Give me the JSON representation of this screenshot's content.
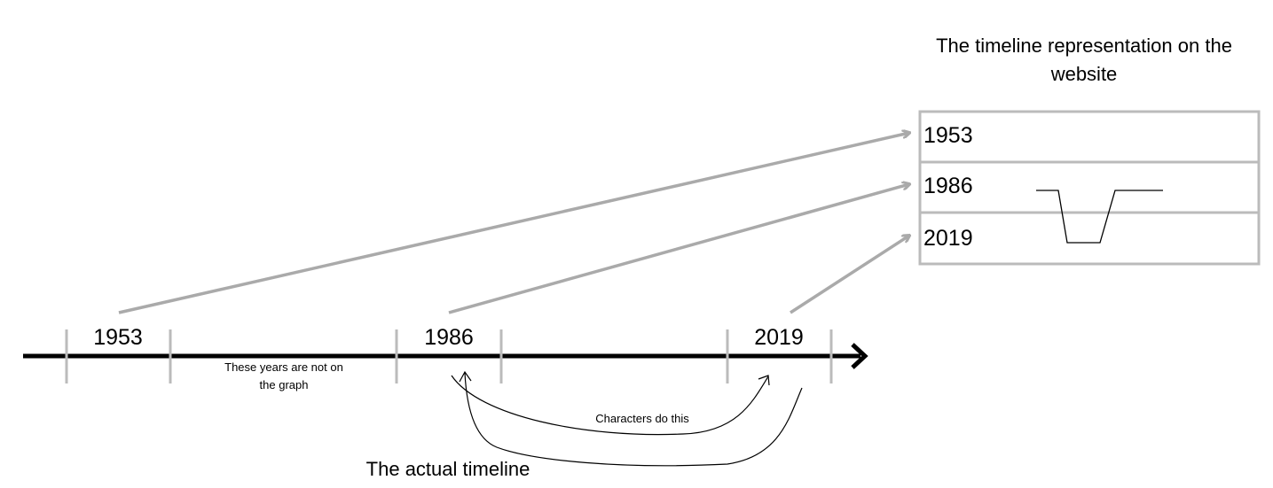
{
  "website_panel": {
    "title_line1": "The timeline representation on the",
    "title_line2": "website",
    "rows": [
      {
        "year": "1953"
      },
      {
        "year": "1986"
      },
      {
        "year": "2019"
      }
    ]
  },
  "timeline": {
    "segments": [
      {
        "year": "1953"
      },
      {
        "year": "1986"
      },
      {
        "year": "2019"
      }
    ],
    "gap_note_line1": "These years are not on",
    "gap_note_line2": "the graph",
    "characters_note": "Characters do this",
    "caption": "The actual timeline"
  },
  "colors": {
    "axis": "#000000",
    "connector": "#aaaaaa",
    "box_border": "#bbbbbb",
    "ticks": "#bbbbbb"
  }
}
